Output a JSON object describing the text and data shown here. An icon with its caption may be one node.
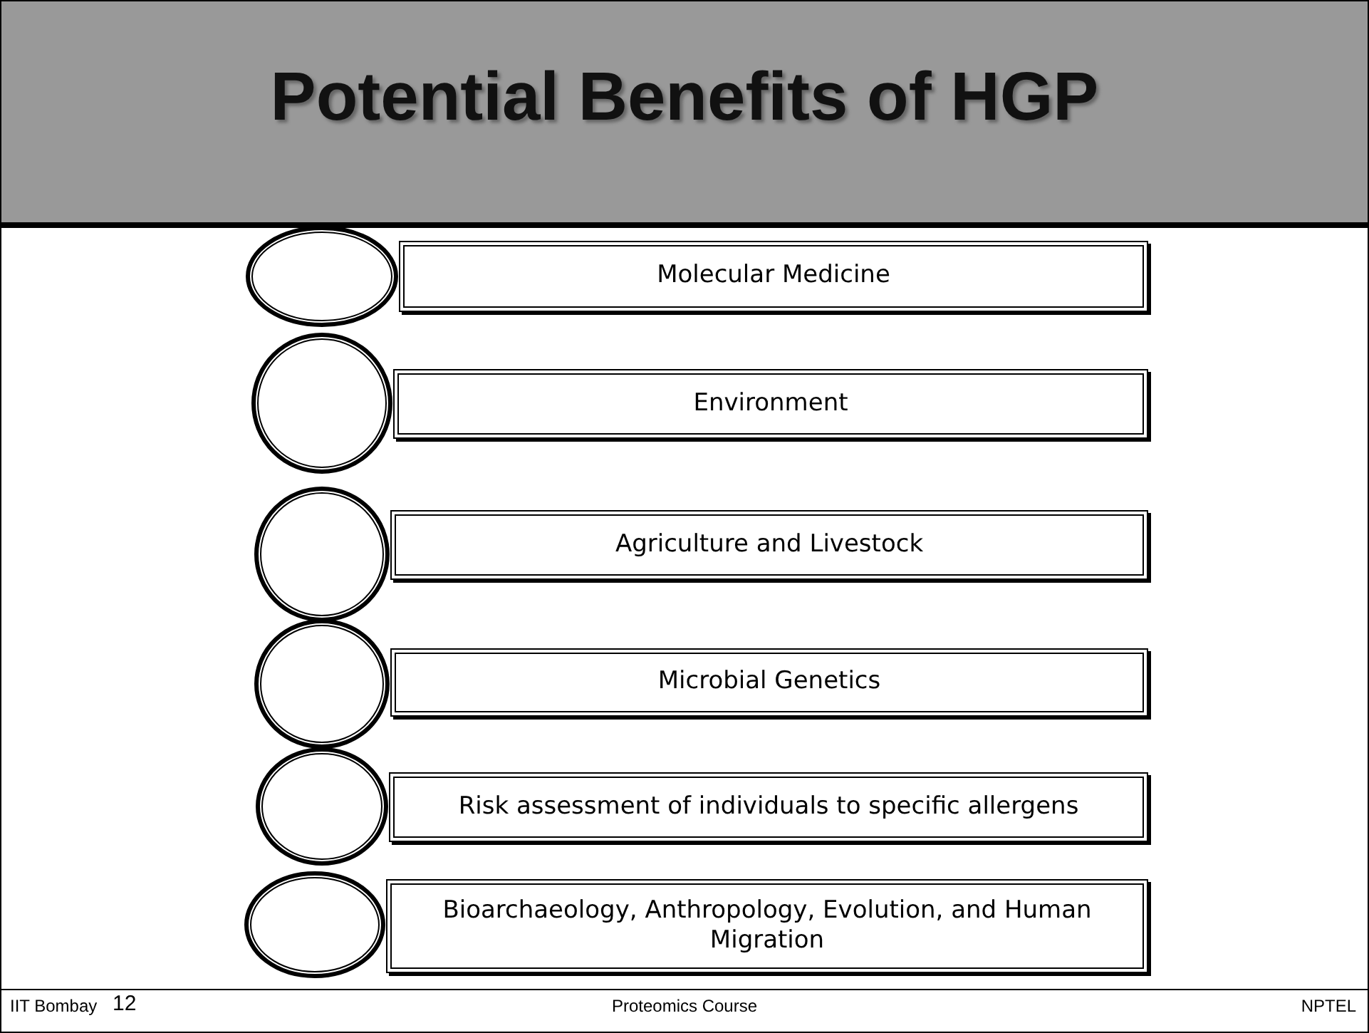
{
  "diagram": {
    "title": "Potential Benefits of HGP",
    "nodes": [
      {
        "text": [],
        "shape": "circle"
      },
      {
        "text": [
          "Molecular Medicine"
        ]
      },
      {
        "text": [],
        "shape": "circle"
      },
      {
        "text": [
          "Environment"
        ]
      },
      {
        "text": [],
        "shape": "circle"
      },
      {
        "text": [
          "Agriculture and Livestock"
        ]
      },
      {
        "text": [],
        "shape": "circle"
      },
      {
        "text": [
          "Microbial Genetics"
        ]
      },
      {
        "text": [],
        "shape": "circle"
      },
      {
        "text": [
          "Risk assessment of individuals to specific allergens"
        ]
      },
      {
        "text": [],
        "shape": "circle"
      },
      {
        "text": [
          "Bioarchaeology, Anthropology, Evolution, and Human Migration"
        ]
      }
    ],
    "edges": [],
    "labels": [
      "IIT Bombay",
      "12",
      "Proteomics Course",
      "NPTEL"
    ]
  }
}
